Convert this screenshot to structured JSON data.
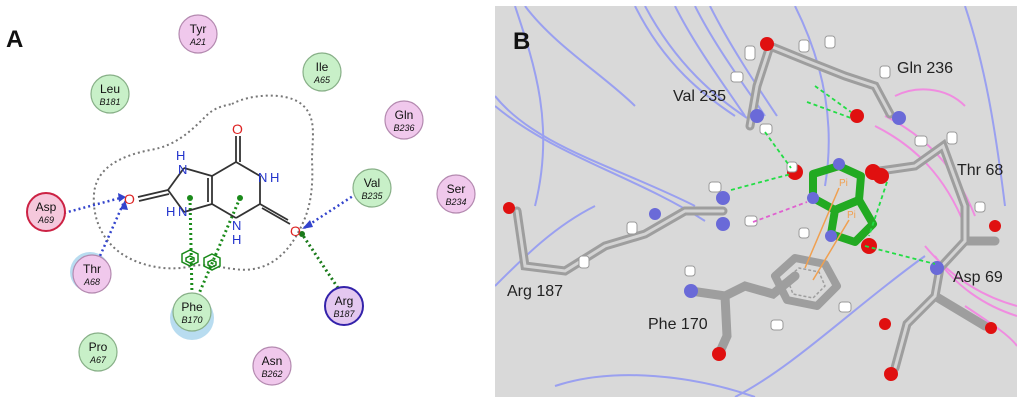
{
  "panel_a": {
    "label": "A",
    "residues": [
      {
        "name": "Tyr",
        "chain": "A21",
        "color": "#f0c8ec",
        "stroke": "#b48ab0"
      },
      {
        "name": "Leu",
        "chain": "B181",
        "color": "#c8f0c8",
        "stroke": "#88b088"
      },
      {
        "name": "Ile",
        "chain": "A65",
        "color": "#c8f0c8",
        "stroke": "#88b088"
      },
      {
        "name": "Gln",
        "chain": "B236",
        "color": "#f0c8ec",
        "stroke": "#b48ab0"
      },
      {
        "name": "Asp",
        "chain": "A69",
        "color": "#f5c8dc",
        "stroke": "#cc2244"
      },
      {
        "name": "Val",
        "chain": "B235",
        "color": "#c8f0c8",
        "stroke": "#88b088"
      },
      {
        "name": "Ser",
        "chain": "B234",
        "color": "#f0c8ec",
        "stroke": "#b48ab0"
      },
      {
        "name": "Thr",
        "chain": "A68",
        "color": "#f0c8ec",
        "stroke": "#b48ab0"
      },
      {
        "name": "Phe",
        "chain": "B170",
        "color": "#c8f0c8",
        "stroke": "#88b088"
      },
      {
        "name": "Arg",
        "chain": "B187",
        "color": "#e4c8f0",
        "stroke": "#3322aa"
      },
      {
        "name": "Pro",
        "chain": "A67",
        "color": "#c8f0c8",
        "stroke": "#88b088"
      },
      {
        "name": "Asn",
        "chain": "B262",
        "color": "#f0c8ec",
        "stroke": "#b48ab0"
      }
    ],
    "atoms": {
      "oxygen": "O",
      "nitrogen_h": "H",
      "nitrogen": "N"
    },
    "colors": {
      "hbond": "#3344cc",
      "pi": "#1a8a1a",
      "oxygen": "#dd2222",
      "nitrogen": "#2233cc",
      "pocket": "#777777"
    }
  },
  "panel_b": {
    "label": "B",
    "labels": [
      "Val 235",
      "Gln 236",
      "Thr 68",
      "Arg 187",
      "Asp 69",
      "Phe 170"
    ],
    "pi_labels": [
      "Pi",
      "Pi"
    ],
    "colors": {
      "background": "#d9d9d9",
      "ribbon_blue": "#9aa0f0",
      "ribbon_pink": "#f08ce0",
      "ligand": "#22aa22",
      "carbon": "#a9a9a9",
      "oxygen": "#e01010",
      "nitrogen": "#6a6ad8",
      "hbond": "#22dd44",
      "pi": "#f0a050"
    }
  }
}
